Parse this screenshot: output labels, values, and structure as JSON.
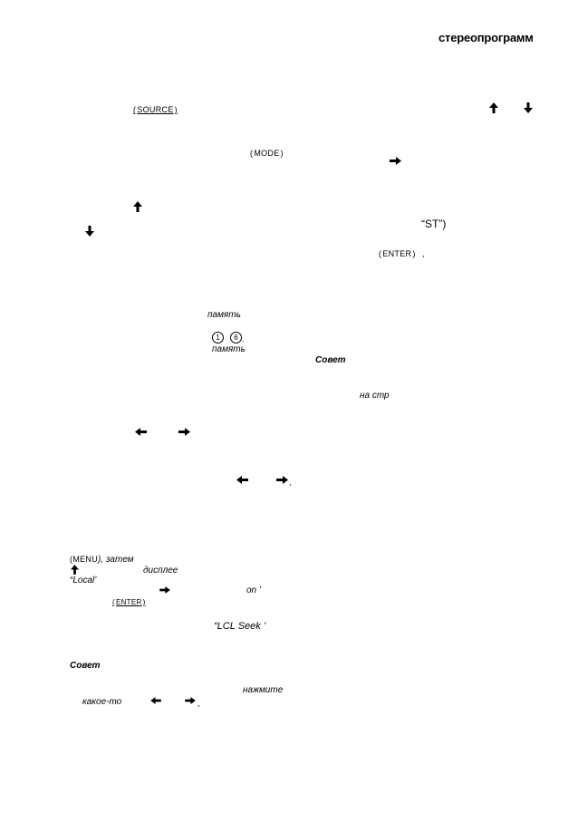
{
  "header": {
    "title": "стереопрограмм"
  },
  "buttons": {
    "source": "SOURCE",
    "mode": "MODE",
    "enter": "ENTER",
    "menu": "MENU",
    "enter_small": "ENTER"
  },
  "texts": {
    "st": "“ST”)",
    "enter_suffix": ",",
    "memory1": "память",
    "memory2": "память",
    "preset1": "1",
    "preset6": "6",
    "preset_suffix": ".",
    "tip1": "Совет",
    "on_page": "на стр",
    "arrows_suffix": ",",
    "menu_then": "), затем",
    "on_display": "дисплее",
    "local": "“Local’",
    "on": "on ’",
    "lcl_seek": "“LCL Seek ’",
    "tip2": "Совет",
    "press": "нажмите",
    "some": "какое-то",
    "final_comma": ","
  },
  "icons": {
    "up": "arrow-up-icon",
    "down": "arrow-down-icon",
    "left": "arrow-left-icon",
    "right": "arrow-right-icon"
  }
}
